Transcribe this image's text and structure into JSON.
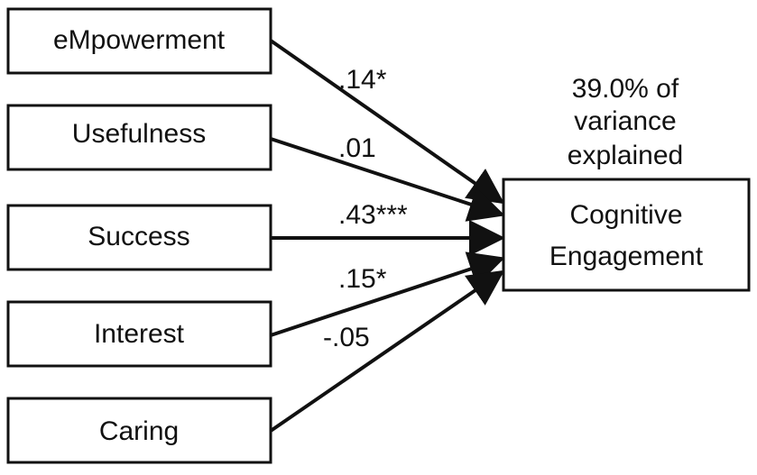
{
  "diagram": {
    "predictors": [
      {
        "label": "eMpowerment"
      },
      {
        "label": "Usefulness"
      },
      {
        "label": "Success"
      },
      {
        "label": "Interest"
      },
      {
        "label": "Caring"
      }
    ],
    "outcome": {
      "line1": "Cognitive",
      "line2": "Engagement"
    },
    "variance": {
      "line1": "39.0% of",
      "line2": "variance",
      "line3": "explained"
    },
    "paths": [
      {
        "from": "eMpowerment",
        "coef": ".14*"
      },
      {
        "from": "Usefulness",
        "coef": ".01"
      },
      {
        "from": "Success",
        "coef": ".43***"
      },
      {
        "from": "Interest",
        "coef": ".15*"
      },
      {
        "from": "Caring",
        "coef": "-.05"
      }
    ],
    "colors": {
      "stroke": "#111111",
      "background": "#ffffff"
    }
  }
}
